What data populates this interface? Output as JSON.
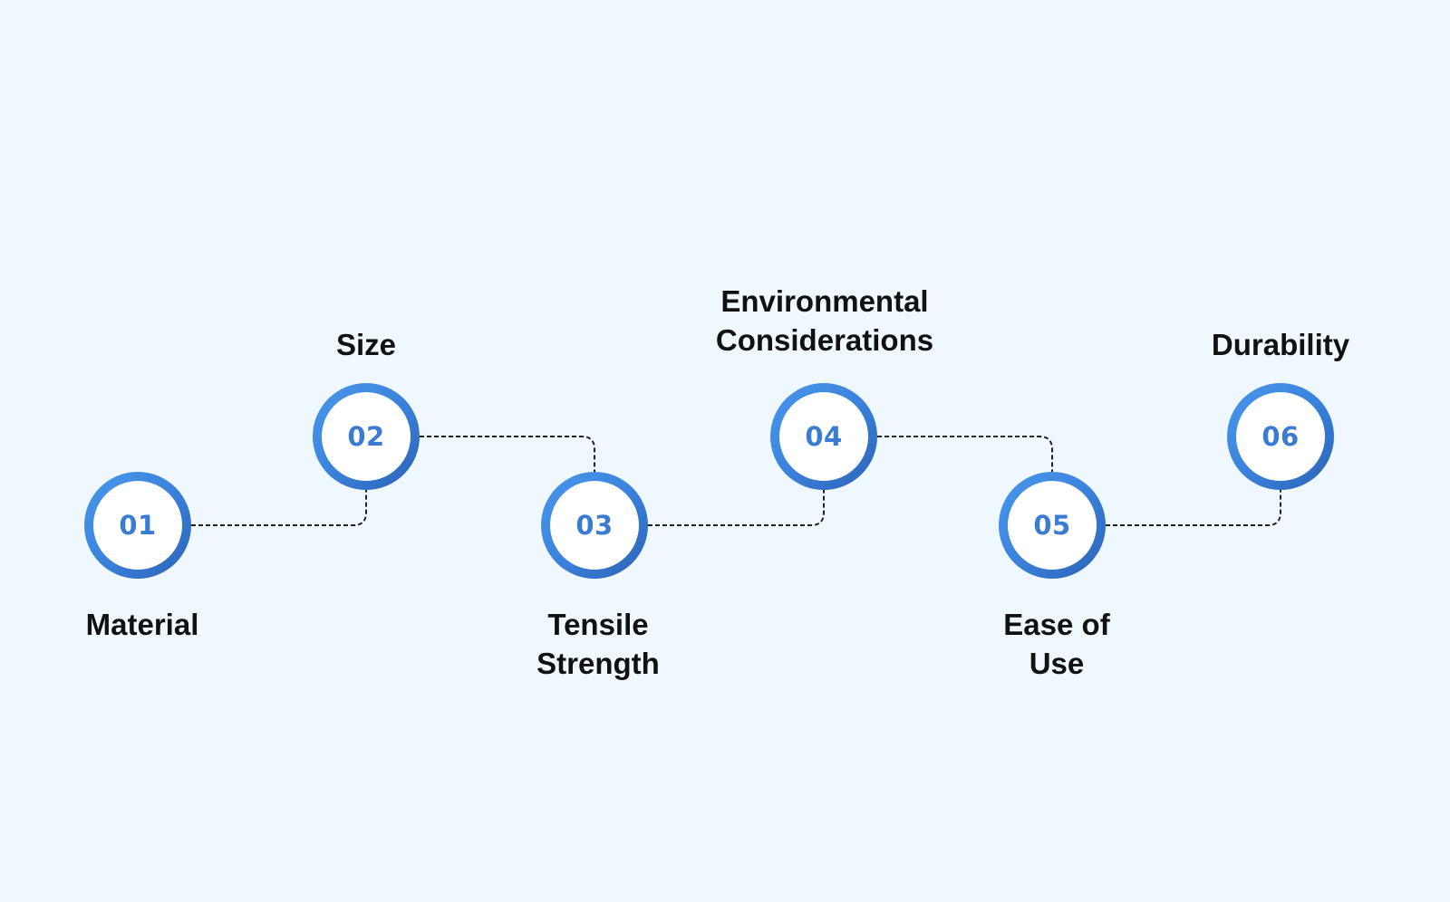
{
  "steps": [
    {
      "number": "01",
      "label_lines": [
        "Material"
      ]
    },
    {
      "number": "02",
      "label_lines": [
        "Size"
      ]
    },
    {
      "number": "03",
      "label_lines": [
        "Tensile",
        "Strength"
      ]
    },
    {
      "number": "04",
      "label_lines": [
        "Environmental",
        "Considerations"
      ]
    },
    {
      "number": "05",
      "label_lines": [
        "Ease of",
        "Use"
      ]
    },
    {
      "number": "06",
      "label_lines": [
        "Durability"
      ]
    }
  ],
  "colors": {
    "background": "#eff8ff",
    "ring_light": "#4a97ec",
    "ring_dark": "#2b62b6",
    "number_text": "#3a7cd2",
    "label_text": "#111111",
    "connector": "#222222"
  }
}
